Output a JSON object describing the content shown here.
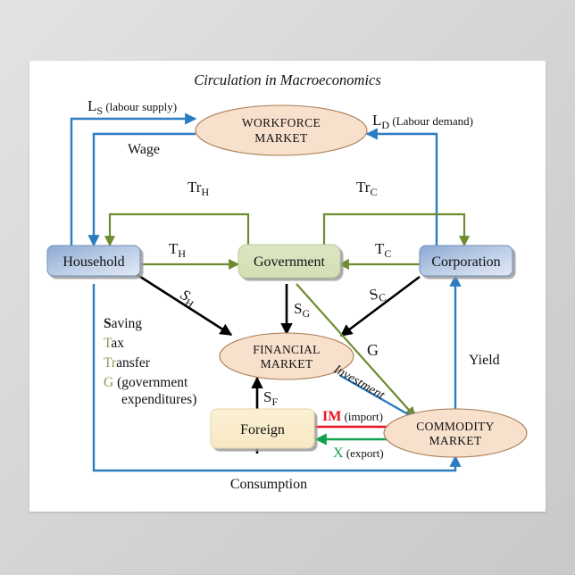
{
  "poster": {
    "background_color": "#d4d4d4",
    "canvas_color": "#ffffff"
  },
  "title": "Circulation in Macroeconomics",
  "nodes": {
    "workforce_market": {
      "label_line1": "WORKFORCE",
      "label_line2": "MARKET",
      "shape": "ellipse",
      "fill": "#f7e0cc"
    },
    "financial_market": {
      "label_line1": "FINANCIAL",
      "label_line2": "MARKET",
      "shape": "ellipse",
      "fill": "#f7e0cc"
    },
    "commodity_market": {
      "label_line1": "COMMODITY",
      "label_line2": "MARKET",
      "shape": "ellipse",
      "fill": "#f7e0cc"
    },
    "household": {
      "label": "Household",
      "shape": "rounded-rect",
      "fill": "#9fb9dd"
    },
    "government": {
      "label": "Government",
      "shape": "rounded-rect",
      "fill": "#d9e3bd"
    },
    "corporation": {
      "label": "Corporation",
      "shape": "rounded-rect",
      "fill": "#9fb9dd"
    },
    "foreign": {
      "label": "Foreign",
      "shape": "rounded-rect",
      "fill": "#faeccb"
    }
  },
  "edge_labels": {
    "labour_supply": {
      "symbol": "L",
      "sub": "S",
      "text": " (labour supply)",
      "color": "#2b7cc0"
    },
    "labour_demand": {
      "symbol": "L",
      "sub": "D",
      "text": " (Labour demand)",
      "color": "#2b7cc0"
    },
    "wage": {
      "text": "Wage",
      "color": "#2b7cc0"
    },
    "transfer_household": {
      "symbol": "Tr",
      "sub": "H",
      "color": "#6d8c2f"
    },
    "transfer_corporation": {
      "symbol": "Tr",
      "sub": "C",
      "color": "#6d8c2f"
    },
    "tax_household": {
      "symbol": "T",
      "sub": "H",
      "color": "#6d8c2f"
    },
    "tax_corporation": {
      "symbol": "T",
      "sub": "C",
      "color": "#6d8c2f"
    },
    "saving_household": {
      "symbol": "S",
      "sub": "H",
      "color": "#000000"
    },
    "saving_government": {
      "symbol": "S",
      "sub": "G",
      "color": "#000000"
    },
    "saving_corporation": {
      "symbol": "S",
      "sub": "C",
      "color": "#000000"
    },
    "saving_foreign": {
      "symbol": "S",
      "sub": "F",
      "color": "#000000"
    },
    "government_expenditures": {
      "symbol": "G",
      "color": "#000000"
    },
    "investment": {
      "text": "Investment",
      "color": "#000000"
    },
    "yield": {
      "text": "Yield",
      "color": "#000000"
    },
    "consumption": {
      "text": "Consumption",
      "color": "#000000"
    },
    "import": {
      "symbol": "IM",
      "text": " (import)",
      "color": "#e8131a"
    },
    "export": {
      "symbol": "X",
      "text": " (export)",
      "color": "#12a14b"
    }
  },
  "legend": {
    "items": [
      {
        "initial": "S",
        "rest": "aving",
        "color": "#000000"
      },
      {
        "initial": "T",
        "rest": "ax",
        "color": "#8a9a52"
      },
      {
        "initial": "Tr",
        "rest": "ansfer",
        "color": "#8a9a52"
      },
      {
        "initial": "G",
        "rest": " (government",
        "color": "#8a9a52"
      },
      {
        "initial": "",
        "rest": "expenditures)",
        "color": "#000000"
      }
    ]
  },
  "colors": {
    "blue_flow": "#2b7cc0",
    "green_flow": "#6d8c2f",
    "black_flow": "#000000",
    "red_flow": "#e8131a",
    "green_export": "#12a14b",
    "ellipse_fill": "#f7e0cc",
    "ellipse_stroke": "#a87b52"
  }
}
